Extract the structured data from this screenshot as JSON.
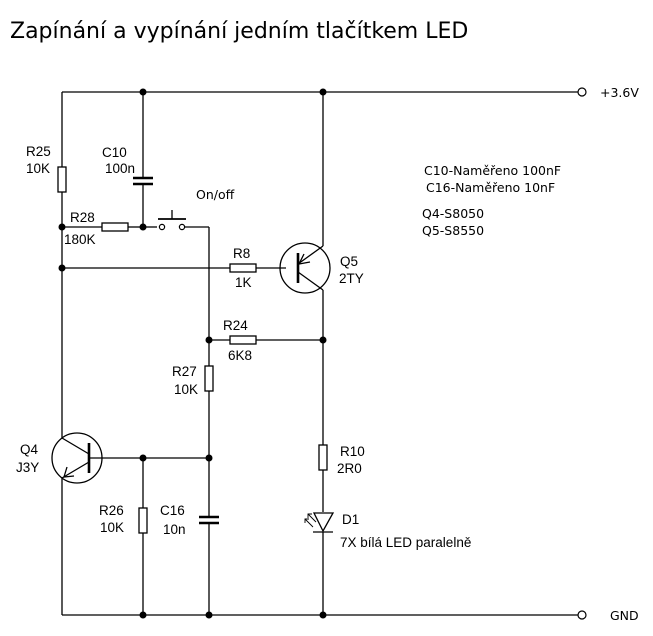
{
  "title": "Zapínání a vypínání jedním tlačítkem LED",
  "rails": {
    "vcc_label": "+3.6V",
    "gnd_label": "GND"
  },
  "components": {
    "R25": {
      "ref": "R25",
      "value": "10K"
    },
    "C10": {
      "ref": "C10",
      "value": "100n"
    },
    "R28": {
      "ref": "R28",
      "value": "180K"
    },
    "SW": {
      "label": "On/off"
    },
    "R8": {
      "ref": "R8",
      "value": "1K"
    },
    "Q5": {
      "ref": "Q5",
      "value": "2TY"
    },
    "R24": {
      "ref": "R24",
      "value": "6K8"
    },
    "R27": {
      "ref": "R27",
      "value": "10K"
    },
    "Q4": {
      "ref": "Q4",
      "value": "J3Y"
    },
    "R26": {
      "ref": "R26",
      "value": "10K"
    },
    "C16": {
      "ref": "C16",
      "value": "10n"
    },
    "R10": {
      "ref": "R10",
      "value": "2R0"
    },
    "D1": {
      "ref": "D1",
      "value": "7X bílá LED paralelně"
    }
  },
  "notes": [
    "C10-Naměřeno 100nF",
    "C16-Naměřeno 10nF",
    "Q4-S8050",
    "Q5-S8550"
  ]
}
